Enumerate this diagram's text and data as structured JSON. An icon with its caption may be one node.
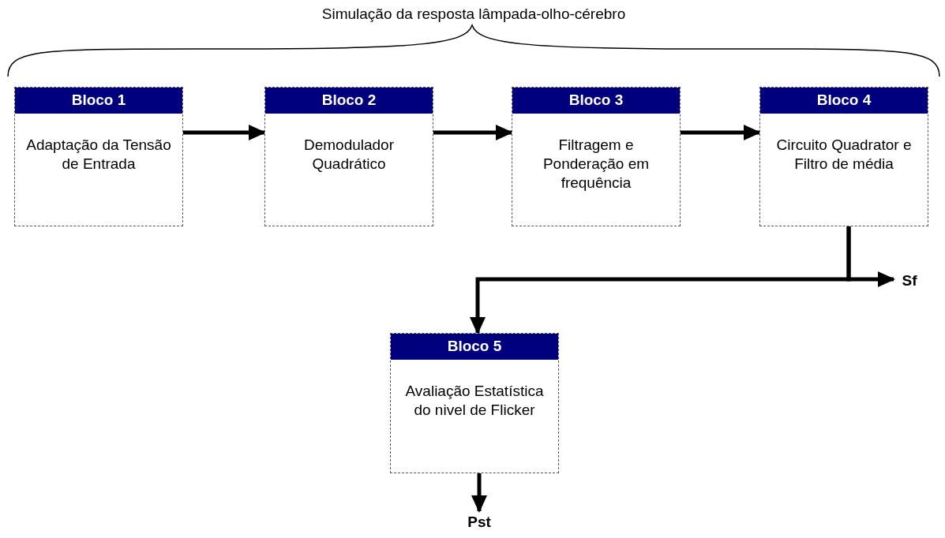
{
  "diagram": {
    "title": "Simulação da resposta lâmpada-olho-cérebro",
    "nodes": [
      {
        "text": [
          "Bloco 1",
          "Adaptação da Tensão de Entrada"
        ]
      },
      {
        "text": [
          "Bloco 2",
          "Demodulador Quadrático"
        ]
      },
      {
        "text": [
          "Bloco 3",
          "Filtragem e Ponderação em frequência"
        ]
      },
      {
        "text": [
          "Bloco 4",
          "Circuito Quadrator e Filtro de média"
        ]
      },
      {
        "text": [
          "Bloco 5",
          "Avaliação Estatística do nivel de Flicker"
        ]
      },
      {
        "text": [
          "Sf"
        ]
      },
      {
        "text": [
          "Pst"
        ]
      }
    ],
    "edges": [
      {
        "from": 0,
        "to": 1,
        "arrow": "to"
      },
      {
        "from": 1,
        "to": 2,
        "arrow": "to"
      },
      {
        "from": 2,
        "to": 3,
        "arrow": "to"
      },
      {
        "from": 3,
        "to": 5,
        "arrow": "to"
      },
      {
        "from": 3,
        "to": 4,
        "arrow": "to"
      },
      {
        "from": 4,
        "to": 6,
        "arrow": "to"
      }
    ]
  }
}
